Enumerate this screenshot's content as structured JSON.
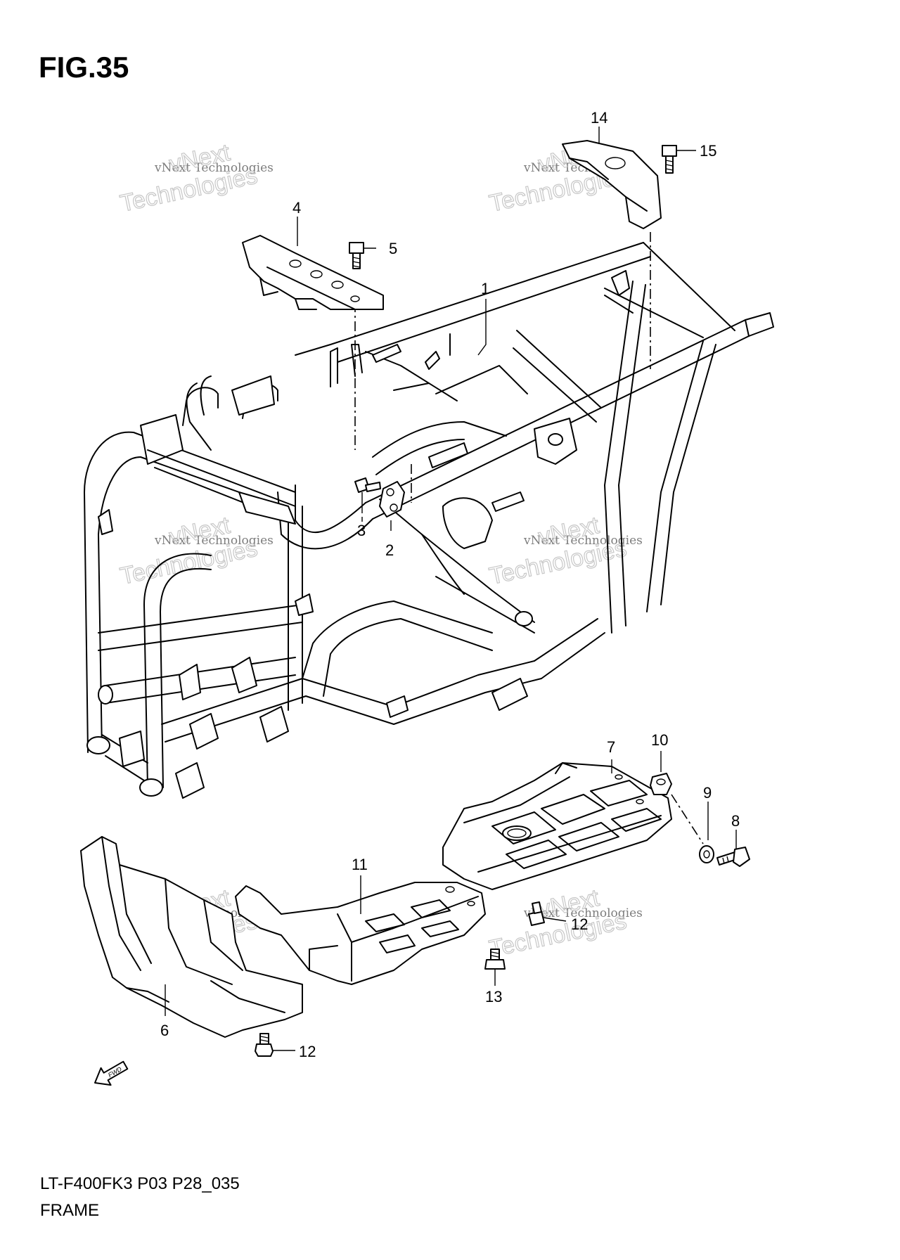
{
  "figure": {
    "title": "FIG.35"
  },
  "footer": {
    "model_code": "LT-F400FK3 P03 P28_035",
    "section_name": "FRAME"
  },
  "watermark": {
    "company": "vNext Technologies",
    "outline_text": "Technologies",
    "outline_top": "vNext"
  },
  "fwd_arrow": {
    "label": "FWD"
  },
  "callouts": {
    "c1": "1",
    "c2": "2",
    "c3": "3",
    "c4": "4",
    "c5": "5",
    "c6": "6",
    "c7": "7",
    "c8": "8",
    "c9": "9",
    "c10": "10",
    "c11": "11",
    "c12a": "12",
    "c12b": "12",
    "c13": "13",
    "c14": "14",
    "c15": "15"
  }
}
